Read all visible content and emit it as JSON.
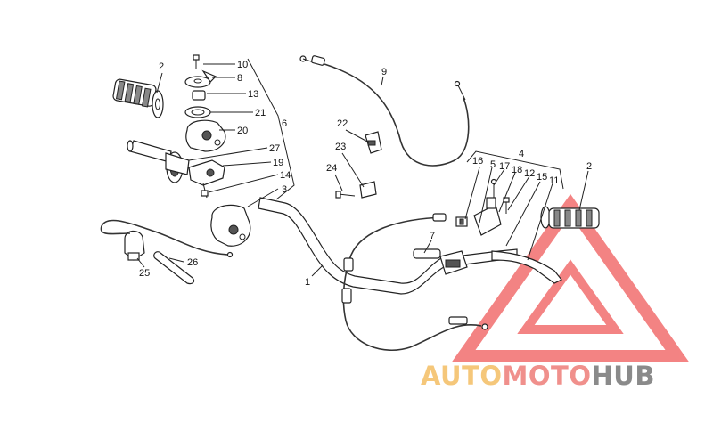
{
  "diagram": {
    "labels": [
      {
        "id": "l2a",
        "text": "2"
      },
      {
        "id": "l10",
        "text": "10"
      },
      {
        "id": "l8",
        "text": "8"
      },
      {
        "id": "l13",
        "text": "13"
      },
      {
        "id": "l21",
        "text": "21"
      },
      {
        "id": "l6",
        "text": "6"
      },
      {
        "id": "l20",
        "text": "20"
      },
      {
        "id": "l27",
        "text": "27"
      },
      {
        "id": "l19",
        "text": "19"
      },
      {
        "id": "l14",
        "text": "14"
      },
      {
        "id": "l3",
        "text": "3"
      },
      {
        "id": "l9",
        "text": "9"
      },
      {
        "id": "l22",
        "text": "22"
      },
      {
        "id": "l23",
        "text": "23"
      },
      {
        "id": "l24",
        "text": "24"
      },
      {
        "id": "l4",
        "text": "4"
      },
      {
        "id": "l16",
        "text": "16"
      },
      {
        "id": "l5",
        "text": "5"
      },
      {
        "id": "l17",
        "text": "17"
      },
      {
        "id": "l18",
        "text": "18"
      },
      {
        "id": "l12",
        "text": "12"
      },
      {
        "id": "l15",
        "text": "15"
      },
      {
        "id": "l11",
        "text": "11"
      },
      {
        "id": "l2b",
        "text": "2"
      },
      {
        "id": "l7",
        "text": "7"
      },
      {
        "id": "l1",
        "text": "1"
      },
      {
        "id": "l26",
        "text": "26"
      },
      {
        "id": "l25",
        "text": "25"
      }
    ]
  },
  "watermark": {
    "part1": "AUTO",
    "part2": "MOTO",
    "part3": "HUB",
    "colors": {
      "auto": "#f5c77a",
      "moto": "#f0908c",
      "hub": "#8a8a8a",
      "triangle": "#f05a5a"
    }
  }
}
